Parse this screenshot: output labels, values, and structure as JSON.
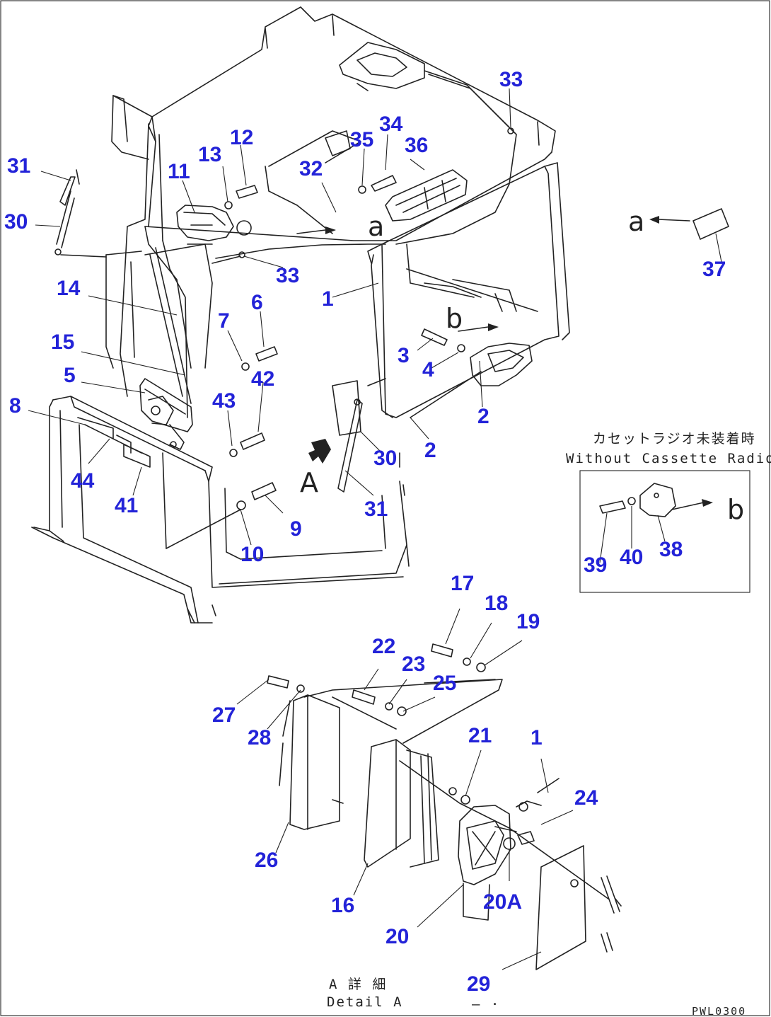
{
  "part_labels": [
    {
      "id": "l1",
      "text": "1"
    },
    {
      "id": "l2a",
      "text": "2"
    },
    {
      "id": "l2b",
      "text": "2"
    },
    {
      "id": "l3",
      "text": "3"
    },
    {
      "id": "l4",
      "text": "4"
    },
    {
      "id": "l5",
      "text": "5"
    },
    {
      "id": "l6",
      "text": "6"
    },
    {
      "id": "l7",
      "text": "7"
    },
    {
      "id": "l8",
      "text": "8"
    },
    {
      "id": "l9",
      "text": "9"
    },
    {
      "id": "l10",
      "text": "10"
    },
    {
      "id": "l11",
      "text": "11"
    },
    {
      "id": "l12",
      "text": "12"
    },
    {
      "id": "l13",
      "text": "13"
    },
    {
      "id": "l14",
      "text": "14"
    },
    {
      "id": "l15",
      "text": "15"
    },
    {
      "id": "l30a",
      "text": "30"
    },
    {
      "id": "l31a",
      "text": "31"
    },
    {
      "id": "l30b",
      "text": "30"
    },
    {
      "id": "l31b",
      "text": "31"
    },
    {
      "id": "l32",
      "text": "32"
    },
    {
      "id": "l33a",
      "text": "33"
    },
    {
      "id": "l33b",
      "text": "33"
    },
    {
      "id": "l34",
      "text": "34"
    },
    {
      "id": "l35",
      "text": "35"
    },
    {
      "id": "l36",
      "text": "36"
    },
    {
      "id": "l37",
      "text": "37"
    },
    {
      "id": "l41",
      "text": "41"
    },
    {
      "id": "l42",
      "text": "42"
    },
    {
      "id": "l43",
      "text": "43"
    },
    {
      "id": "l44",
      "text": "44"
    },
    {
      "id": "l38",
      "text": "38"
    },
    {
      "id": "l39",
      "text": "39"
    },
    {
      "id": "l40",
      "text": "40"
    },
    {
      "id": "l17",
      "text": "17"
    },
    {
      "id": "l18",
      "text": "18"
    },
    {
      "id": "l19",
      "text": "19"
    },
    {
      "id": "l22",
      "text": "22"
    },
    {
      "id": "l23",
      "text": "23"
    },
    {
      "id": "l25",
      "text": "25"
    },
    {
      "id": "l27",
      "text": "27"
    },
    {
      "id": "l28",
      "text": "28"
    },
    {
      "id": "l21",
      "text": "21"
    },
    {
      "id": "l1b",
      "text": "1"
    },
    {
      "id": "l24",
      "text": "24"
    },
    {
      "id": "l26",
      "text": "26"
    },
    {
      "id": "l16",
      "text": "16"
    },
    {
      "id": "l20A",
      "text": "20A"
    },
    {
      "id": "l20",
      "text": "20"
    },
    {
      "id": "l29",
      "text": "29"
    }
  ],
  "reference_letters": {
    "a_main": "a",
    "a_arrow": "a",
    "b_main": "b",
    "b_inset": "b",
    "view_A": "A"
  },
  "inset": {
    "title_jp": "カセットラジオ未装着時",
    "title_en": "Without Cassette Radio"
  },
  "detail": {
    "title_jp": "A 詳 細",
    "title_en": "Detail A",
    "subline": "— ·"
  },
  "drawing_code": "PWL0300",
  "colors": {
    "label": "#2323d8",
    "line": "#222222",
    "background": "#ffffff"
  }
}
